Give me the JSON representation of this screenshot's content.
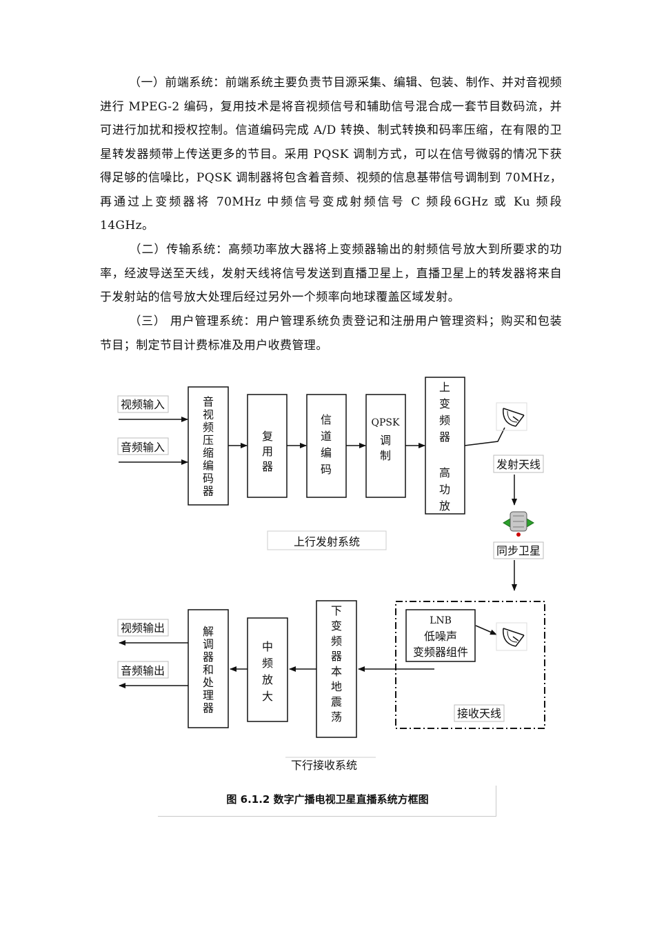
{
  "paragraphs": [
    "（一）前端系统：前端系统主要负责节目源采集、编辑、包装、制作、并对音视频进行 MPEG-2 编码，复用技术是将音视频信号和辅助信号混合成一套节目数码流，并可进行加扰和授权控制。信道编码完成 A/D 转换、制式转换和码率压缩，在有限的卫星转发器频带上传送更多的节目。采用 PQSK 调制方式，可以在信号微弱的情况下获得足够的信噪比，PQSK 调制器将包含着音频、视频的信息基带信号调制到 70MHz，再通过上变频器将 70MHz 中频信号变成射频信号 C 频段6GHz 或 Ku 频段 14GHz。",
    "（二）传输系统：高频功率放大器将上变频器输出的射频信号放大到所要求的功率，经波导送至天线，发射天线将信号发送到直播卫星上，直播卫星上的转发器将来自于发射站的信号放大处理后经过另外一个频率向地球覆盖区域发射。",
    "（三）  用户管理系统：用户管理系统负责登记和注册用户管理资料；购买和包装节目；制定节目计费标准及用户收费管理。"
  ],
  "diagram": {
    "inputs": [
      "视频输入",
      "音频输入"
    ],
    "outputs": [
      "视频输出",
      "音频输出"
    ],
    "encoder": "音视频压缩编码器",
    "mux": "复用器",
    "channel_coding": "信道编码",
    "qpsk_label": "QPSK",
    "qpsk_rest": "调制",
    "upconverter_top": "上变频器",
    "upconverter_bottom": "高功放",
    "tx_antenna": "发射天线",
    "satellite": "同步卫星",
    "uplink_title": "上行发射系统",
    "lnb_line1": "LNB",
    "lnb_line2": "低噪声",
    "lnb_line3": "变频器组件",
    "rx_antenna": "接收天线",
    "downconverter": "下变频器本地震荡",
    "if_amp": "中频放大",
    "demod": "解调器和处理器",
    "downlink_title": "下行接收系统"
  },
  "caption": "图 6.1.2 数字广播电视卫星直播系统方框图"
}
